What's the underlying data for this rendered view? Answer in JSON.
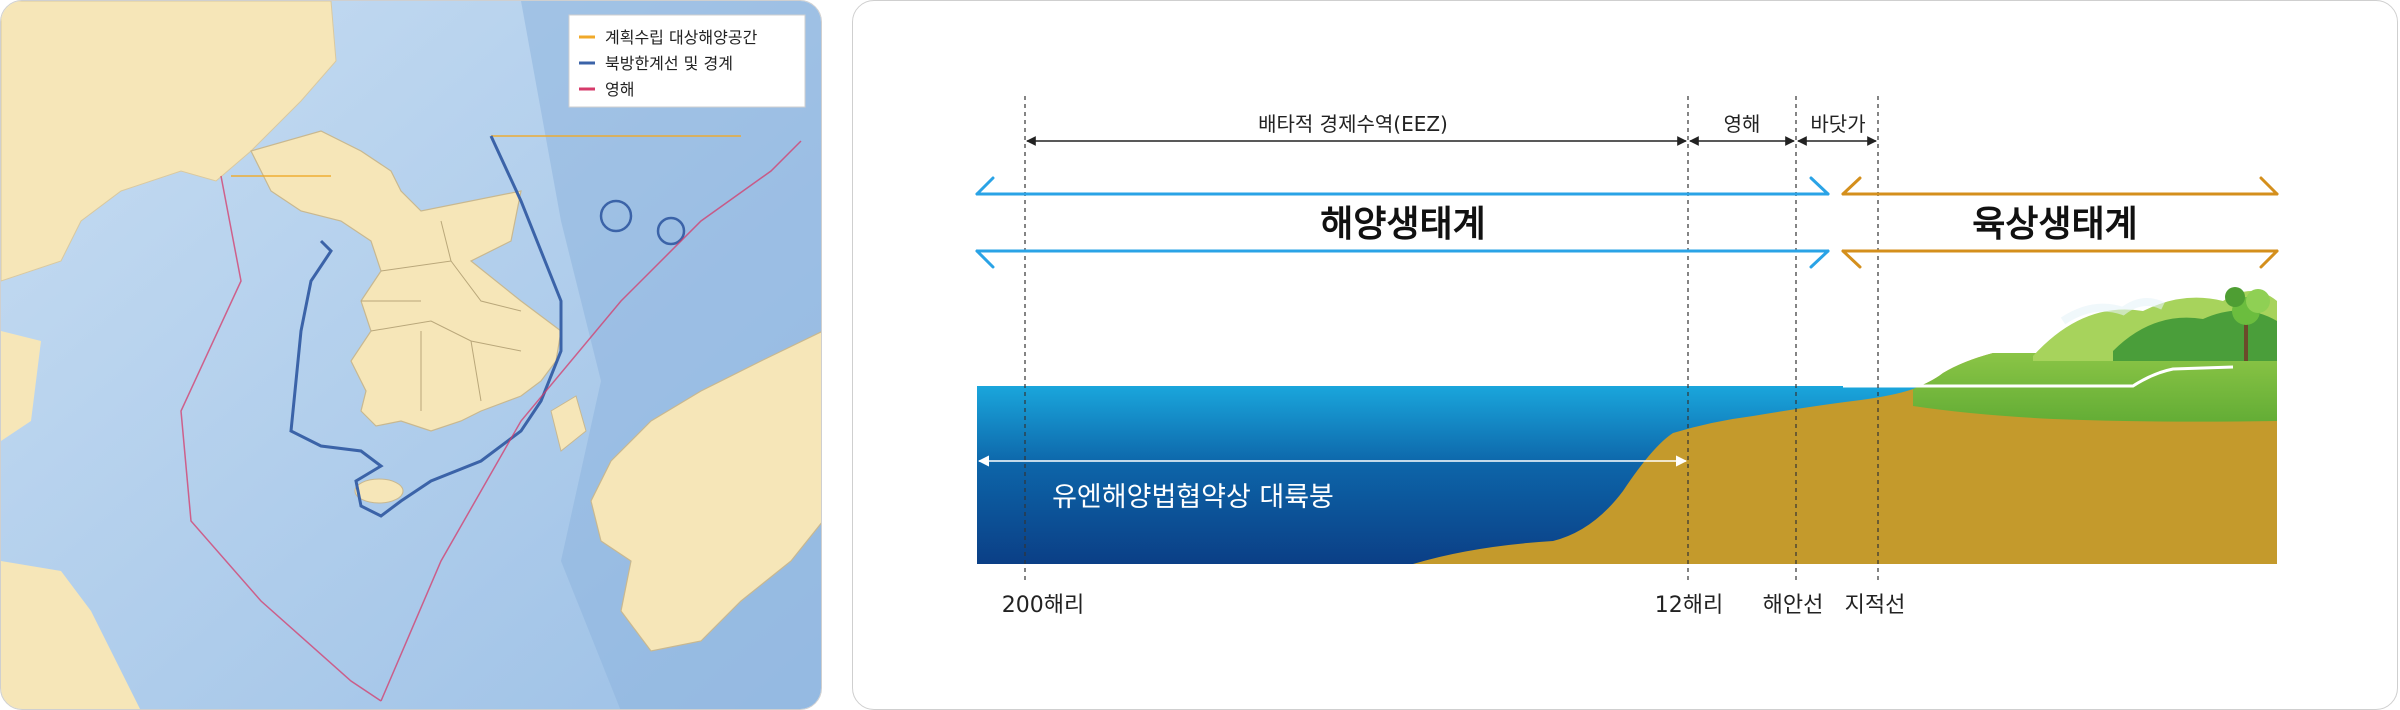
{
  "map": {
    "legend": [
      {
        "label": "계획수립 대상해양공간",
        "color": "#f0a92a"
      },
      {
        "label": "북방한계선 및 경계",
        "color": "#3b63a8"
      },
      {
        "label": "영해",
        "color": "#d63a6a"
      }
    ],
    "colors": {
      "sea": "#b9d6ef",
      "land": "#f6e6b8",
      "boundary": "#3b63a8",
      "territorial": "#d63a6a",
      "planning": "#f0a92a"
    }
  },
  "diagram": {
    "zones": {
      "eez": "배타적 경제수역(EEZ)",
      "territorial_sea": "영해",
      "seashore": "바닷가"
    },
    "ecosystems": {
      "marine": "해양생태계",
      "land": "육상생태계"
    },
    "shelf_label": "유엔해양법협약상 대륙붕",
    "points": {
      "nm200": "200해리",
      "nm12": "12해리",
      "coastline": "해안선",
      "cadastral": "지적선"
    },
    "colors": {
      "marine_arrow": "#2aa3e6",
      "land_arrow": "#d48f1c",
      "sea_top": "#1aa6dc",
      "sea_bottom": "#0b3f86",
      "seabed": "#c49a2c",
      "grass": "#7cc243"
    }
  }
}
